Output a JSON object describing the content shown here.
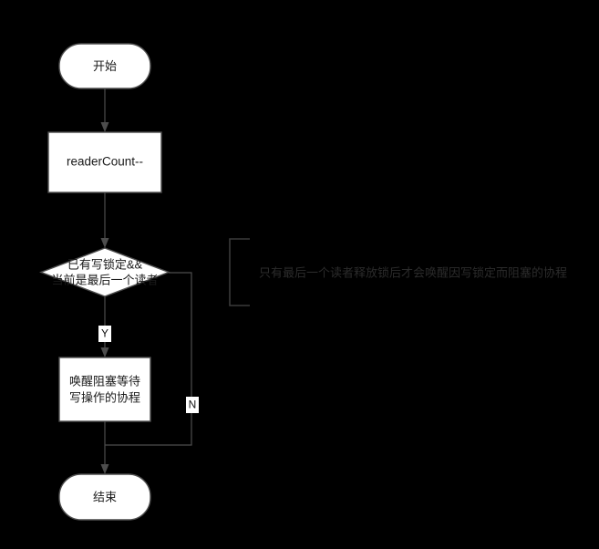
{
  "diagram": {
    "type": "flowchart",
    "background_color": "#000000",
    "node_fill_color": "#ffffff",
    "node_border_color": "#4d4d4d",
    "edge_color": "#4d4d4d",
    "note_color": "#2b2b2b",
    "nodes": {
      "start": {
        "label": "开始",
        "shape": "rounded-terminator"
      },
      "decrement": {
        "label": "readerCount--",
        "shape": "rectangle"
      },
      "decision_line1": {
        "label": "已有写锁定&&"
      },
      "decision_line2": {
        "label": "当前是最后一个读者"
      },
      "wake_line1": {
        "label": "唤醒阻塞等待"
      },
      "wake_line2": {
        "label": "写操作的协程"
      },
      "end": {
        "label": "结束",
        "shape": "rounded-terminator"
      }
    },
    "edge_labels": {
      "yes": "Y",
      "no": "N"
    },
    "note": {
      "text": "只有最后一个读者释放锁后才会唤醒因写锁定而阻塞的协程"
    }
  }
}
